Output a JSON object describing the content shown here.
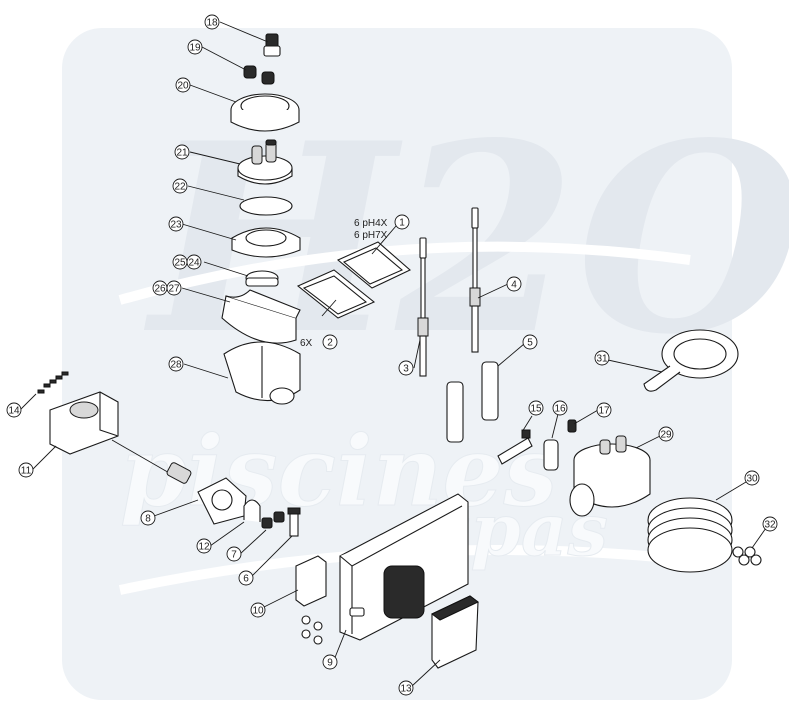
{
  "watermark": {
    "line1": "piscines",
    "line2": "spas",
    "logo_letters": "H2O"
  },
  "notes": {
    "ph4": "6 pH4X",
    "ph7": "6 pH7X",
    "qty2": "6X"
  },
  "callouts": [
    {
      "id": "callout-18",
      "label": "18"
    },
    {
      "id": "callout-19",
      "label": "19"
    },
    {
      "id": "callout-20",
      "label": "20"
    },
    {
      "id": "callout-21",
      "label": "21"
    },
    {
      "id": "callout-22",
      "label": "22"
    },
    {
      "id": "callout-23",
      "label": "23"
    },
    {
      "id": "callout-25",
      "label": "25"
    },
    {
      "id": "callout-24",
      "label": "24"
    },
    {
      "id": "callout-26",
      "label": "26"
    },
    {
      "id": "callout-27",
      "label": "27"
    },
    {
      "id": "callout-28",
      "label": "28"
    },
    {
      "id": "callout-1",
      "label": "1"
    },
    {
      "id": "callout-2",
      "label": "2"
    },
    {
      "id": "callout-3",
      "label": "3"
    },
    {
      "id": "callout-4",
      "label": "4"
    },
    {
      "id": "callout-5",
      "label": "5"
    },
    {
      "id": "callout-31",
      "label": "31"
    },
    {
      "id": "callout-14",
      "label": "14"
    },
    {
      "id": "callout-11",
      "label": "11"
    },
    {
      "id": "callout-15",
      "label": "15"
    },
    {
      "id": "callout-16",
      "label": "16"
    },
    {
      "id": "callout-17",
      "label": "17"
    },
    {
      "id": "callout-29",
      "label": "29"
    },
    {
      "id": "callout-8",
      "label": "8"
    },
    {
      "id": "callout-12",
      "label": "12"
    },
    {
      "id": "callout-7",
      "label": "7"
    },
    {
      "id": "callout-6",
      "label": "6"
    },
    {
      "id": "callout-30",
      "label": "30"
    },
    {
      "id": "callout-32",
      "label": "32"
    },
    {
      "id": "callout-10",
      "label": "10"
    },
    {
      "id": "callout-9",
      "label": "9"
    },
    {
      "id": "callout-13",
      "label": "13"
    }
  ]
}
